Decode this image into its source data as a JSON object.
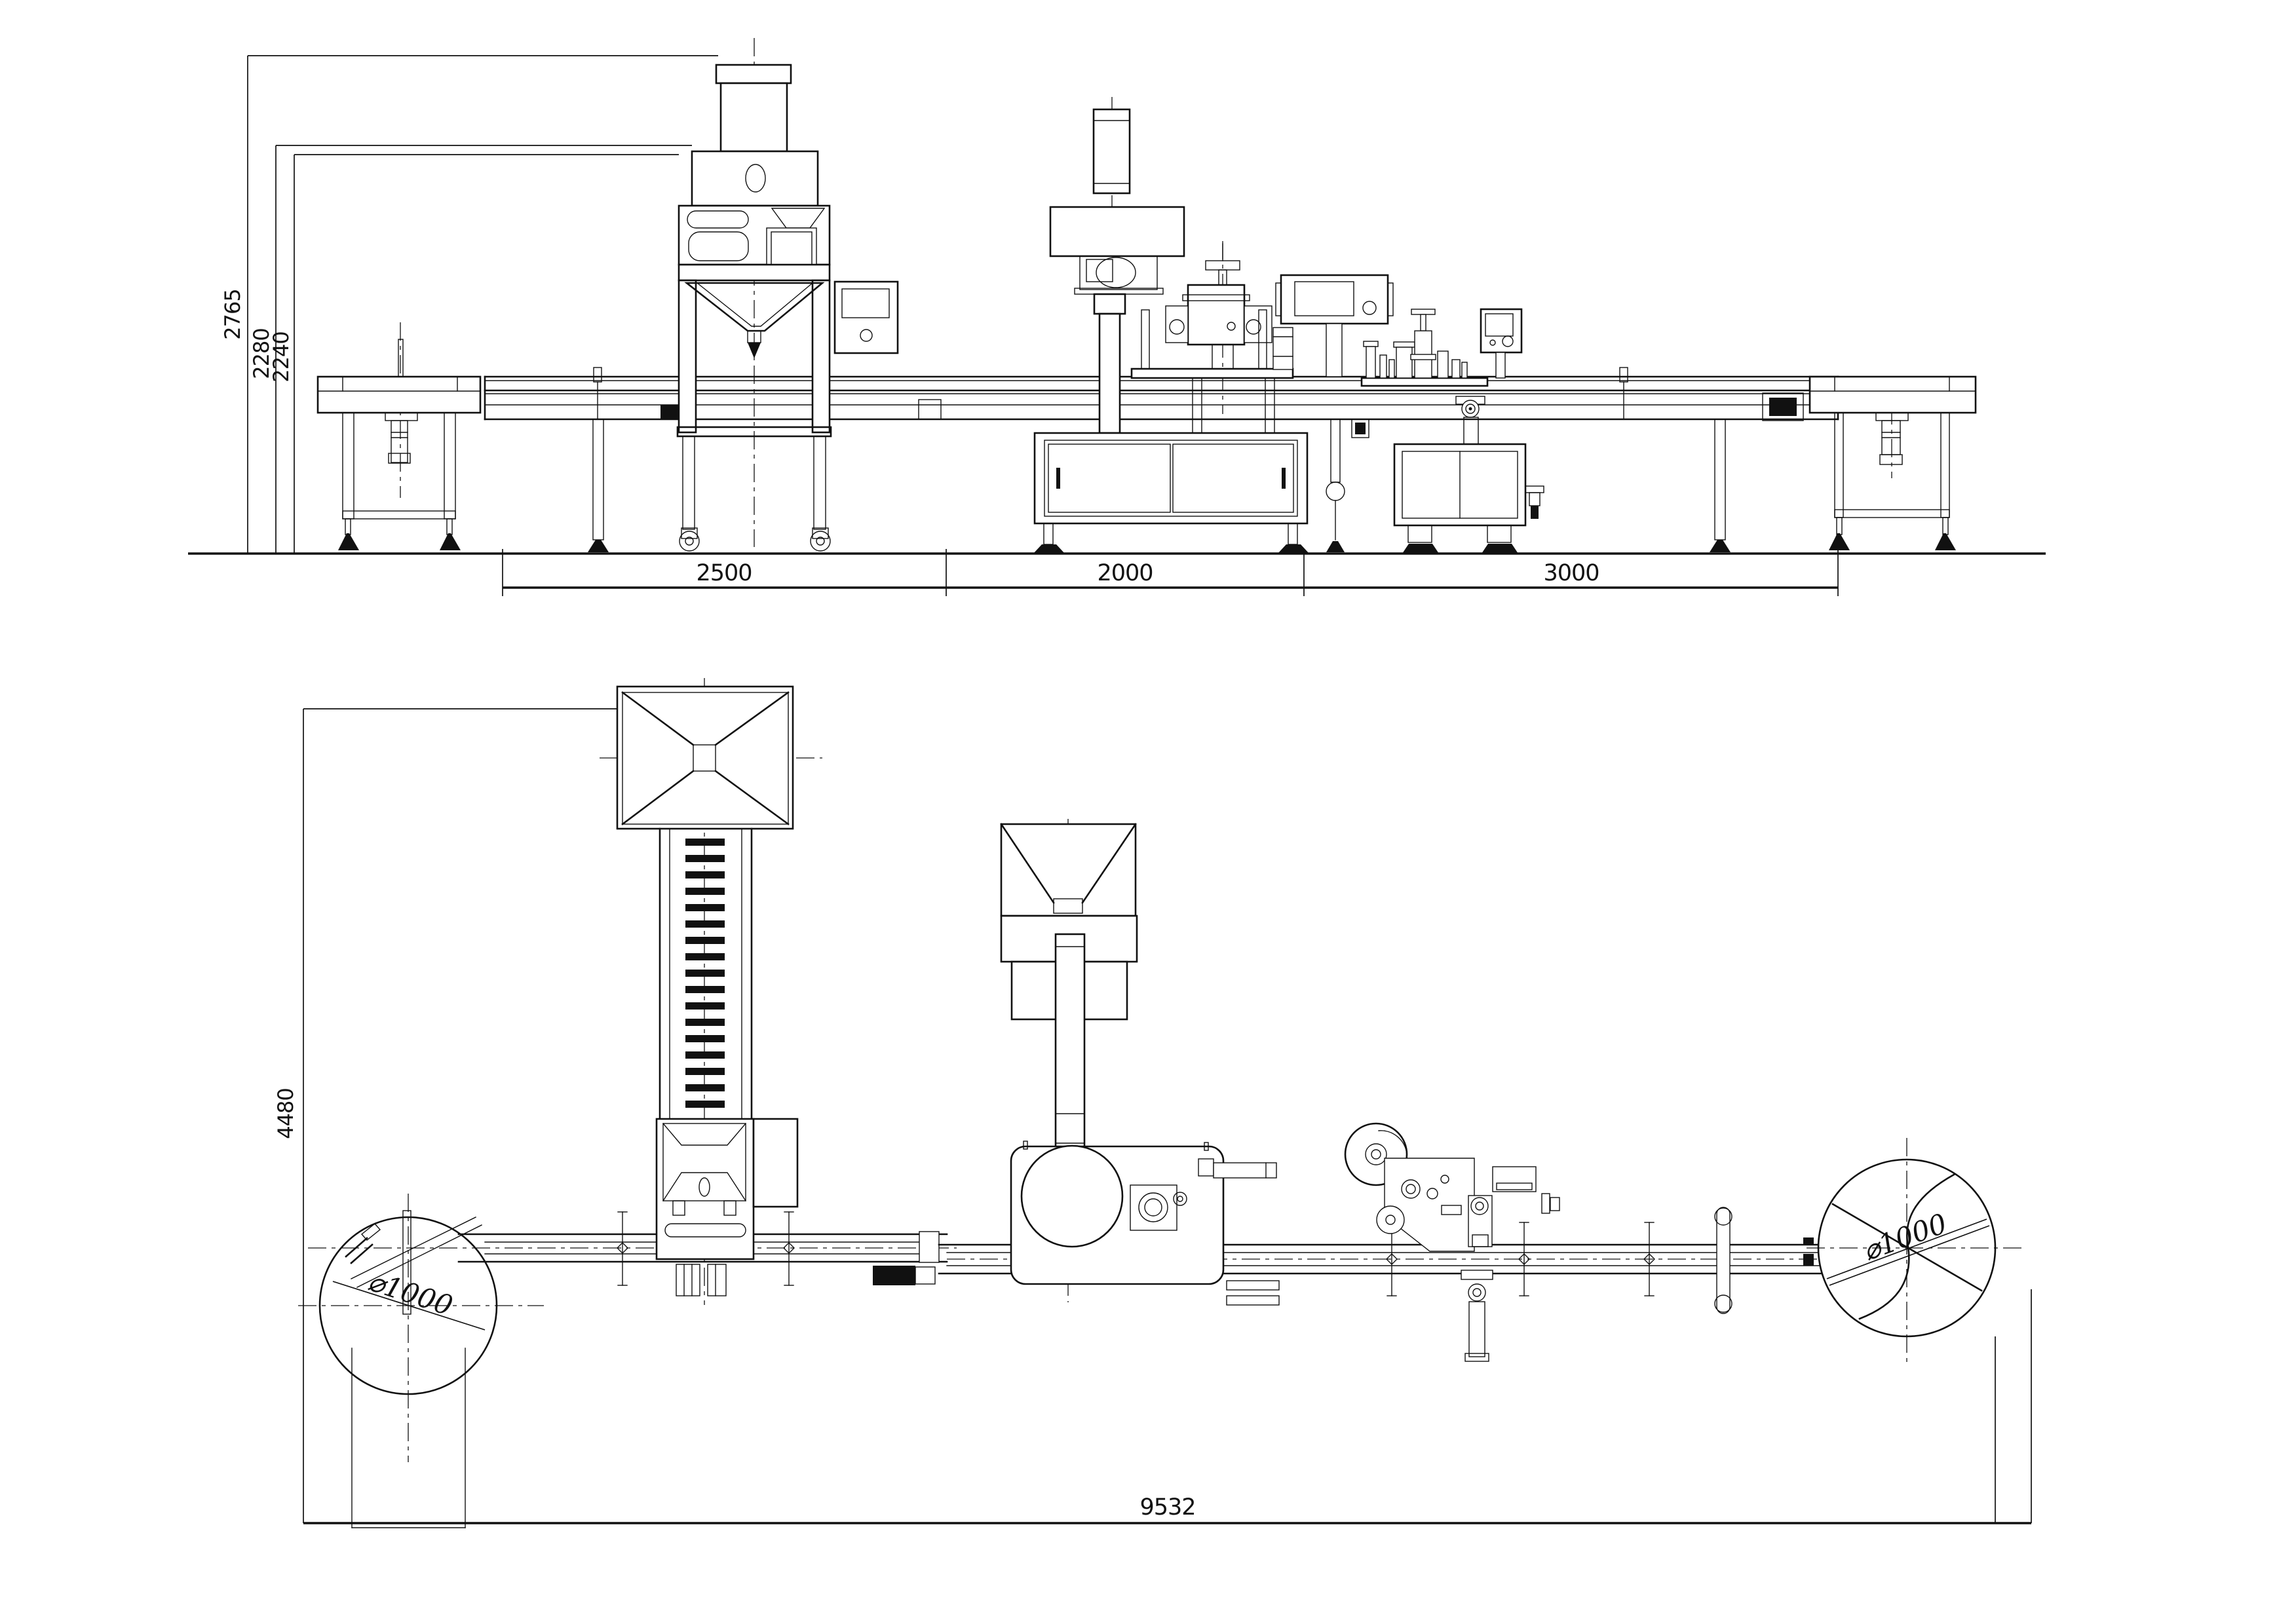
{
  "colors": {
    "ink": "#111111",
    "paper": "#ffffff"
  },
  "front_view": {
    "height_dims": [
      "2765",
      "2280",
      "2240"
    ],
    "section_dims": [
      "2500",
      "2000",
      "3000"
    ]
  },
  "plan_view": {
    "depth_dim": "4480",
    "overall_length_dim": "9532",
    "infeed_turntable_dia": "⌀1000",
    "outfeed_turntable_dia": "⌀1000"
  }
}
